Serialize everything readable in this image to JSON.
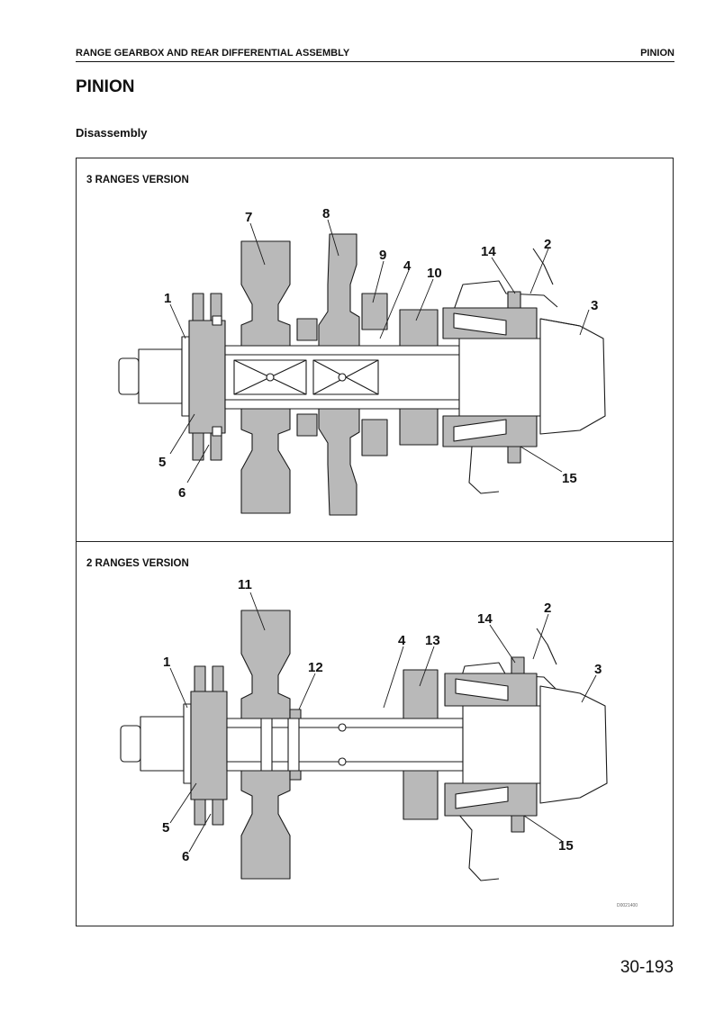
{
  "header": {
    "section": "RANGE GEARBOX AND REAR DIFFERENTIAL ASSEMBLY",
    "topic": "PINION"
  },
  "title": "PINION",
  "subtitle": "Disassembly",
  "panels": [
    {
      "label": "3 RANGES VERSION",
      "callouts": [
        "1",
        "2",
        "3",
        "4",
        "5",
        "6",
        "7",
        "8",
        "9",
        "10",
        "14",
        "15"
      ]
    },
    {
      "label": "2 RANGES VERSION",
      "callouts": [
        "1",
        "2",
        "3",
        "4",
        "5",
        "6",
        "11",
        "12",
        "13",
        "14",
        "15"
      ]
    }
  ],
  "drawing_code": "D0021400",
  "page_number": "30-193",
  "colors": {
    "part_fill": "#b9b9b9",
    "line": "#1a1a1a"
  }
}
